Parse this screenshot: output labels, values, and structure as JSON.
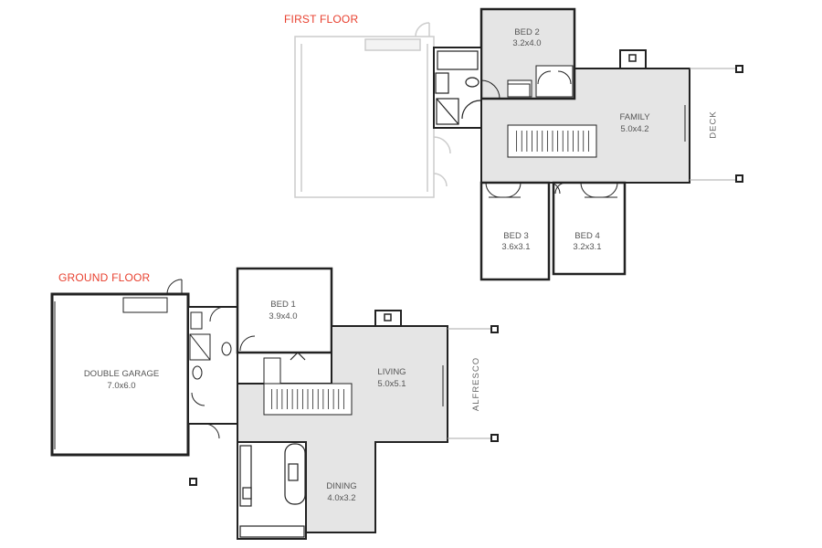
{
  "floors": {
    "first": {
      "title": "FIRST FLOOR"
    },
    "ground": {
      "title": "GROUND FLOOR"
    }
  },
  "rooms": {
    "bed2": {
      "name": "BED 2",
      "dims": "3.2x4.0"
    },
    "family": {
      "name": "FAMILY",
      "dims": "5.0x4.2"
    },
    "bed3": {
      "name": "BED 3",
      "dims": "3.6x3.1"
    },
    "bed4": {
      "name": "BED 4",
      "dims": "3.2x3.1"
    },
    "deck": {
      "name": "DECK"
    },
    "bed1": {
      "name": "BED 1",
      "dims": "3.9x4.0"
    },
    "living": {
      "name": "LIVING",
      "dims": "5.0x5.1"
    },
    "garage": {
      "name": "DOUBLE GARAGE",
      "dims": "7.0x6.0"
    },
    "dining": {
      "name": "DINING",
      "dims": "4.0x3.2"
    },
    "alfresco": {
      "name": "ALFRESCO"
    }
  },
  "colors": {
    "floor_fill": "#e5e5e5",
    "wall": "#222222",
    "ghost": "#cccccc",
    "title_accent": "#e8402f"
  }
}
